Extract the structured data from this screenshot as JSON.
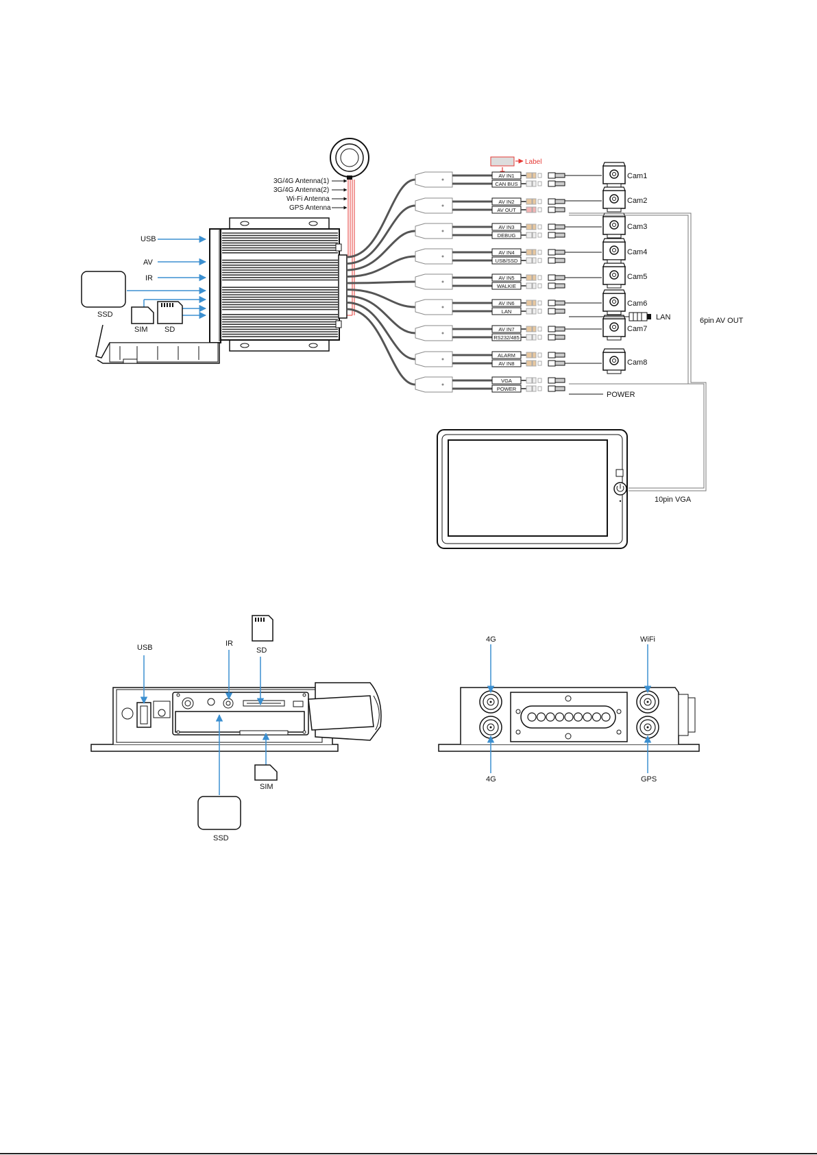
{
  "top_diagram": {
    "antenna_labels": [
      "3G/4G Antenna(1)",
      "3G/4G Antenna(2)",
      "Wi-Fi Antenna",
      "GPS Antenna"
    ],
    "left_ports": [
      "USB",
      "AV",
      "IR"
    ],
    "media": {
      "ssd": "SSD",
      "sim": "SIM",
      "sd": "SD"
    },
    "label_callout": "Label",
    "harness_pairs": [
      [
        "AV IN1",
        "CAN BUS"
      ],
      [
        "AV IN2",
        "AV OUT"
      ],
      [
        "AV IN3",
        "DEBUG"
      ],
      [
        "AV IN4",
        "USB/SSD"
      ],
      [
        "AV IN5",
        "WALKIE"
      ],
      [
        "AV IN6",
        "LAN"
      ],
      [
        "AV IN7",
        "RS232/485"
      ],
      [
        "ALARM",
        "AV IN8"
      ],
      [
        "VGA",
        "POWER"
      ]
    ],
    "cameras": [
      "Cam1",
      "Cam2",
      "Cam3",
      "Cam4",
      "Cam5",
      "Cam6",
      "Cam7",
      "Cam8"
    ],
    "lan_label": "LAN",
    "power_label": "POWER",
    "av_out_label": "6pin AV OUT",
    "vga_label": "10pin VGA"
  },
  "front_panel": {
    "labels": {
      "usb": "USB",
      "ir": "IR",
      "sd": "SD",
      "sim": "SIM",
      "ssd": "SSD"
    }
  },
  "rear_panel": {
    "labels": {
      "top_left": "4G",
      "bottom_left": "4G",
      "top_right": "WiFi",
      "bottom_right": "GPS"
    }
  },
  "colors": {
    "arrow": "#3b8fd0",
    "label_red": "#e53935",
    "cable": "#555555",
    "connector_tan": "#e8c8a0",
    "connector_pink": "#f3b5b5"
  }
}
